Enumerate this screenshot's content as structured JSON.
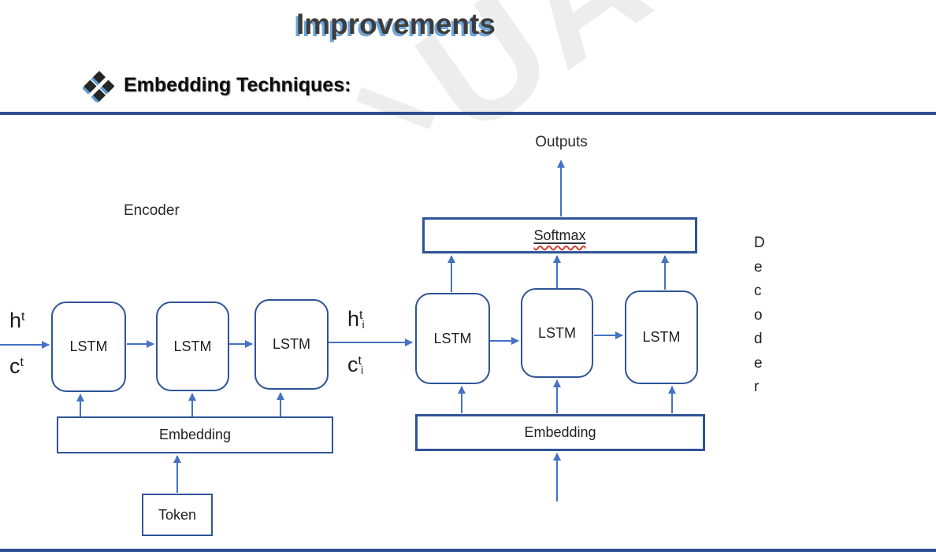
{
  "slide": {
    "title": "Improvements",
    "section_heading": "Embedding Techniques:"
  },
  "watermark": {
    "visible_text": "UAL"
  },
  "diagram": {
    "outputs_label": "Outputs",
    "encoder_label": "Encoder",
    "decoder_vertical_label": "Decoder",
    "decoder_letters": [
      "D",
      "e",
      "c",
      "o",
      "d",
      "e",
      "r"
    ],
    "softmax_label": "Softmax",
    "encoder_lstm_labels": [
      "LSTM",
      "LSTM",
      "LSTM"
    ],
    "decoder_lstm_labels": [
      "LSTM",
      "LSTM",
      "LSTM"
    ],
    "encoder_embedding_label": "Embedding",
    "decoder_embedding_label": "Embedding",
    "token_label": "Token",
    "state_labels": {
      "encoder_hidden": {
        "base": "h",
        "sup": "t",
        "sub": ""
      },
      "encoder_cell": {
        "base": "c",
        "sup": "t",
        "sub": ""
      },
      "decoder_hidden": {
        "base": "h",
        "sup": "t",
        "sub": "i"
      },
      "decoder_cell": {
        "base": "c",
        "sup": "t",
        "sub": "i"
      }
    }
  },
  "colors": {
    "accent": "#4472C4",
    "box-border": "#2F5496",
    "rule": "#2E4E8F",
    "spell-red": "#D23F31",
    "title-shadow": "#6FA7DC",
    "watermark": "#ededed"
  }
}
